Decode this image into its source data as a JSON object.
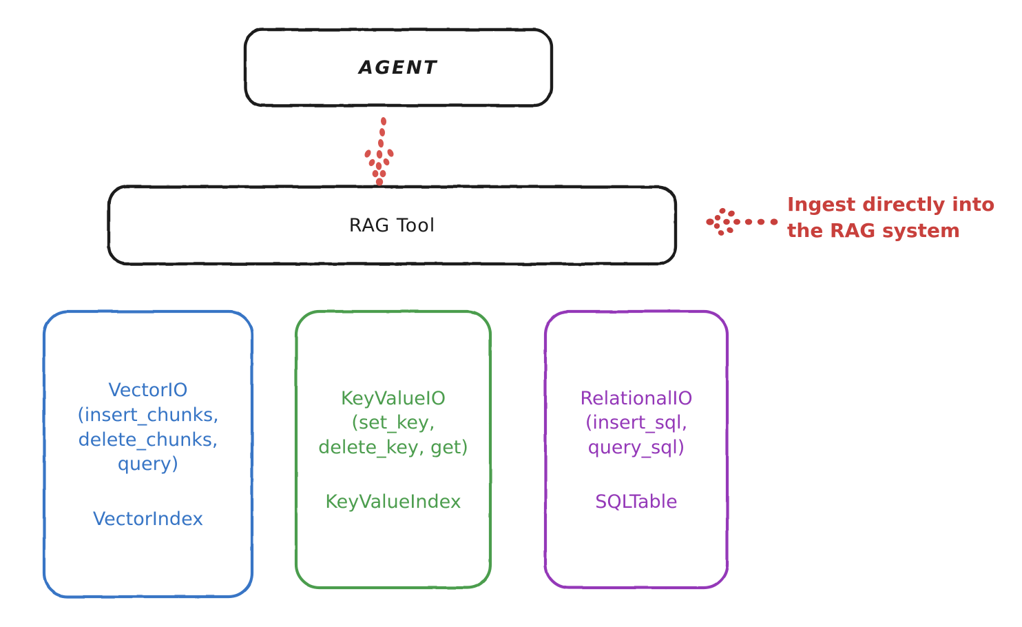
{
  "diagram": {
    "title_node": {
      "label": "AGENT",
      "color": "#1b1b1b"
    },
    "tool_node": {
      "label": "RAG Tool",
      "color": "#1b1b1b"
    },
    "stores": [
      {
        "id": "vector",
        "api_label": "VectorIO\n(insert_chunks,\ndelete_chunks,\nquery)",
        "index_label": "VectorIndex",
        "color": "#3775c5"
      },
      {
        "id": "keyvalue",
        "api_label": "KeyValueIO\n(set_key,\ndelete_key, get)",
        "index_label": "KeyValueIndex",
        "color": "#4c9d4e"
      },
      {
        "id": "relational",
        "api_label": "RelationalIO\n(insert_sql,\nquery_sql)",
        "index_label": "SQLTable",
        "color": "#9438b8"
      }
    ],
    "annotation": {
      "text": "Ingest directly into\nthe RAG system",
      "color": "#c8403c"
    },
    "connectors": [
      {
        "name": "agent-to-rag-arrow",
        "style": "dotted",
        "direction": "down",
        "color": "#d6544e"
      },
      {
        "name": "ingest-arrow",
        "style": "dotted",
        "direction": "left",
        "color": "#c8403c"
      }
    ]
  }
}
